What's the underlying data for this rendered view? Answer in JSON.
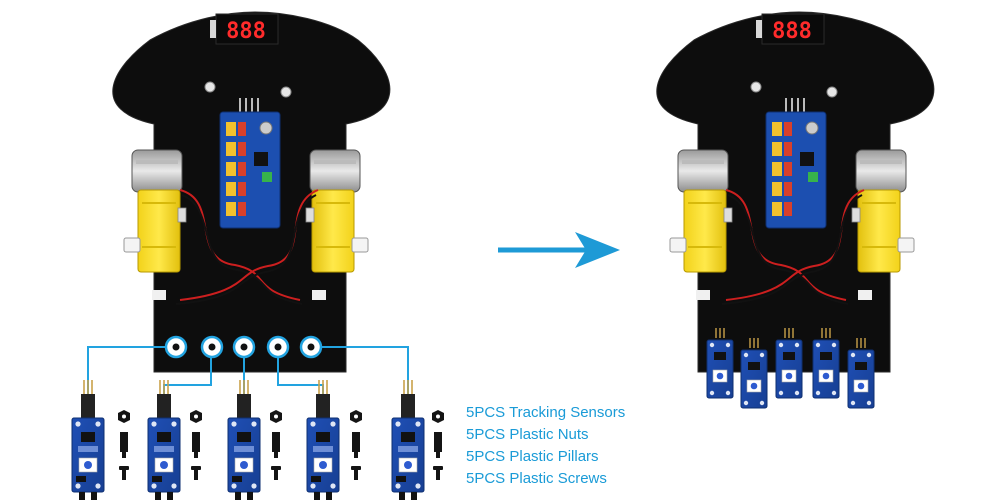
{
  "display_digits": "888",
  "arrow_color": "#1e9ad6",
  "accent_color": "#1a9bd7",
  "legend": [
    "5PCS Tracking Sensors",
    "5PCS Plastic Nuts",
    "5PCS Plastic Pillars",
    "5PCS Plastic Screws"
  ],
  "parts": {
    "sensor_count": 5,
    "nut_count": 5,
    "pillar_count": 5,
    "screw_count": 5
  },
  "icons": [
    "robot-car-chassis",
    "transformation-arrow",
    "tracking-sensor",
    "plastic-nut",
    "plastic-pillar",
    "plastic-screw"
  ]
}
